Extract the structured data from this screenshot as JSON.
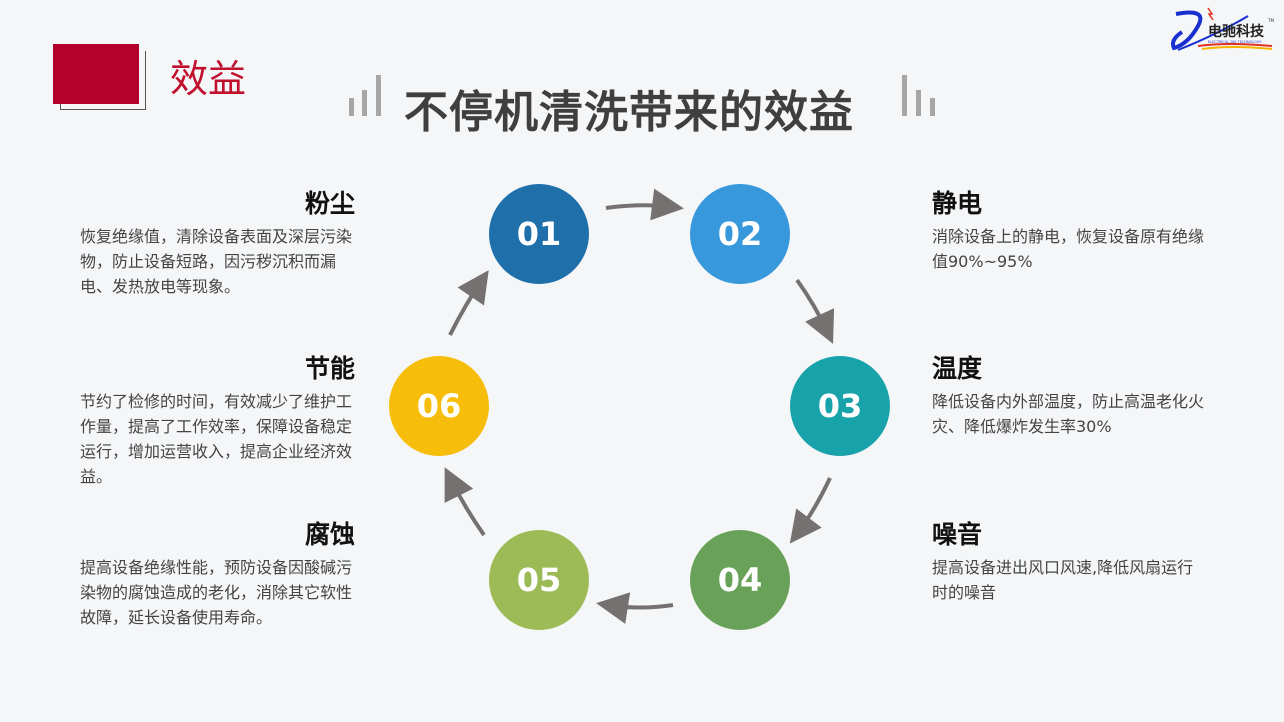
{
  "header": {
    "section_label": "效益",
    "title": "不停机清洗带来的效益",
    "logo_text": "电驰科技",
    "logo_subtext": "ELECTRICAL DIX TECHNOLOGY",
    "logo_tm": "TM"
  },
  "steps": [
    {
      "num": "01",
      "color": "#1f6fab",
      "title": "粉尘",
      "text": "恢复绝缘值，清除设备表面及深层污染物，防止设备短路，因污秽沉积而漏电、发热放电等现象。"
    },
    {
      "num": "02",
      "color": "#3799dc",
      "title": "静电",
      "text": "消除设备上的静电，恢复设备原有绝缘值90%~95%"
    },
    {
      "num": "03",
      "color": "#18a2a9",
      "title": "温度",
      "text": "降低设备内外部温度，防止高温老化火灾、降低爆炸发生率30%"
    },
    {
      "num": "04",
      "color": "#68a259",
      "title": "噪音",
      "text": "提高设备进出风口风速,降低风扇运行时的噪音"
    },
    {
      "num": "05",
      "color": "#9cbb56",
      "title": "腐蚀",
      "text": "提高设备绝缘性能，预防设备因酸碱污染物的腐蚀造成的老化，消除其它软性故障，延长设备使用寿命。"
    },
    {
      "num": "06",
      "color": "#f6bd0b",
      "title": "节能",
      "text": "节约了检修的时间，有效减少了维护工作量，提高了工作效率，保障设备稳定运行，增加运营收入，提高企业经济效益。"
    }
  ]
}
